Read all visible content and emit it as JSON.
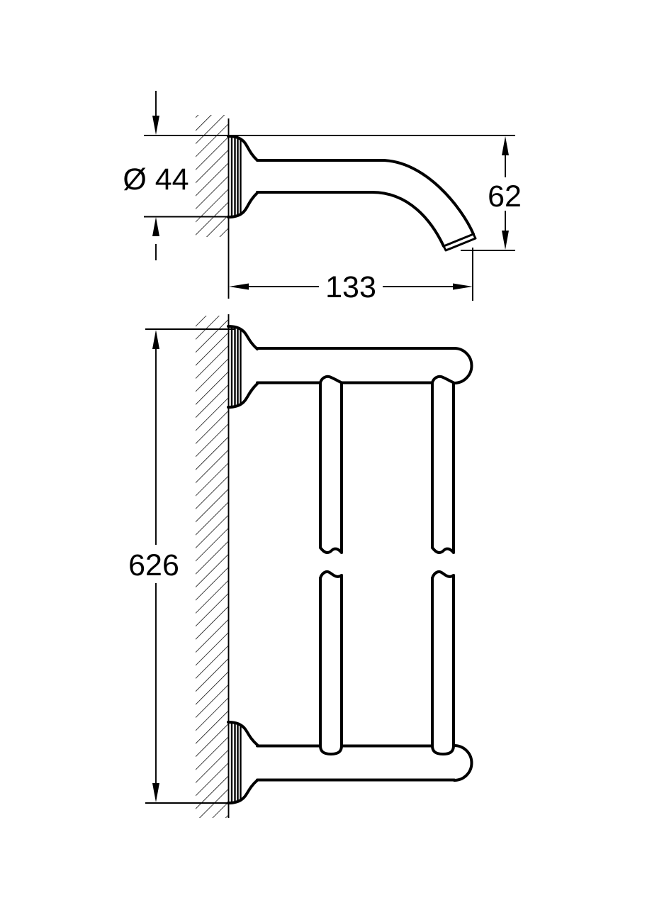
{
  "colors": {
    "background": "#ffffff",
    "line": "#000000",
    "text": "#000000"
  },
  "views": {
    "side_view": {
      "dimensions": {
        "rosette_diameter": {
          "label": "Ø 44"
        },
        "drop_height": {
          "label": "62"
        },
        "projection_length": {
          "label": "133"
        }
      }
    },
    "front_view": {
      "dimensions": {
        "overall_length": {
          "label": "626"
        }
      }
    }
  }
}
